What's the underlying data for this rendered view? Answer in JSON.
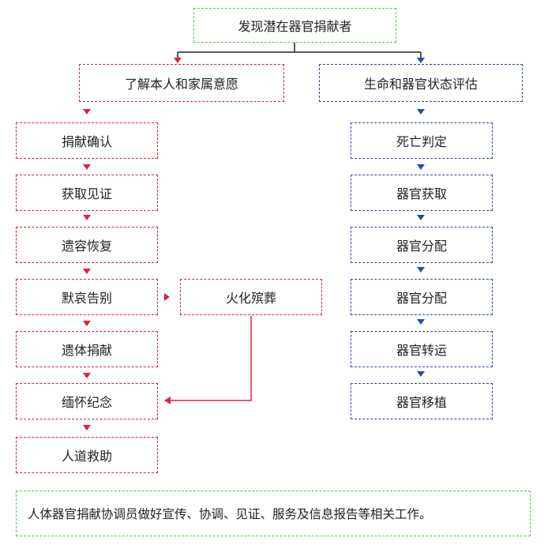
{
  "root": {
    "label": "发现潜在器官捐献者"
  },
  "left_branch": {
    "title": "了解本人和家属意愿",
    "steps": [
      "捐献确认",
      "获取见证",
      "遗容恢复",
      "默哀告别",
      "遗体捐献",
      "缅怀纪念",
      "人道救助"
    ],
    "side": "火化殡葬"
  },
  "right_branch": {
    "title": "生命和器官状态评估",
    "steps": [
      "死亡判定",
      "器官获取",
      "器官分配",
      "器官分配",
      "器官转运",
      "器官移植"
    ]
  },
  "footer": {
    "note": "人体器官捐献协调员做好宣传、协调、见证、服务及信息报告等相关工作。"
  },
  "colors": {
    "green": "#5cc05c",
    "red": "#d9233a",
    "blue": "#2b4aa3",
    "line": "#222222"
  }
}
